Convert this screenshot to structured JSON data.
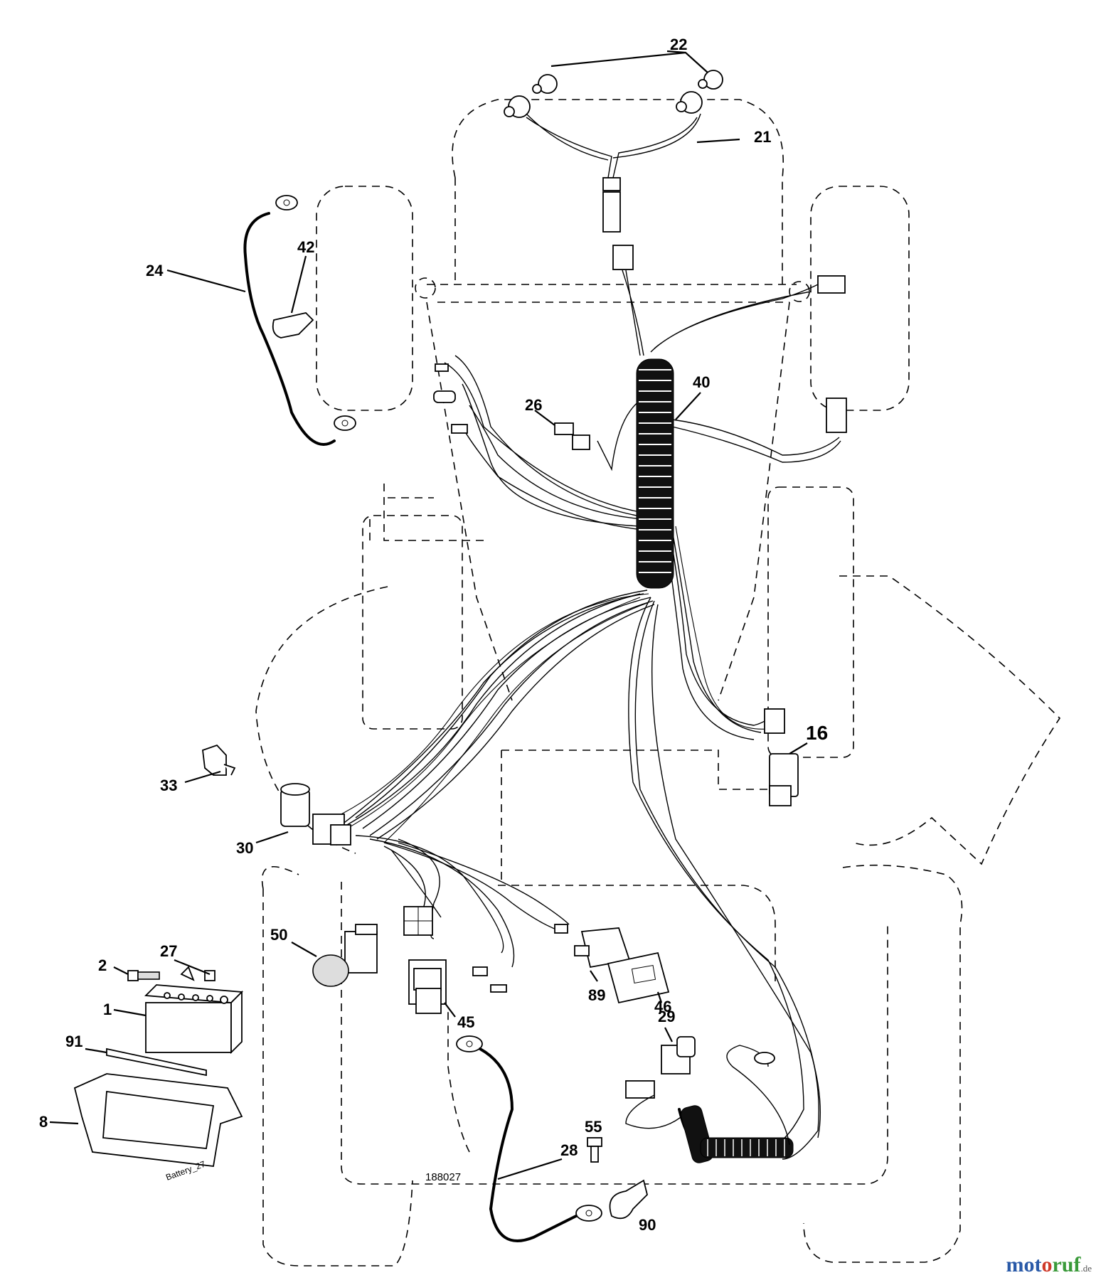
{
  "diagram": {
    "drawing_number": "188027",
    "battery_tag": "Battery_27",
    "labels": {
      "p22": "22",
      "p21": "21",
      "p24": "24",
      "p42": "42",
      "p40": "40",
      "p26": "26",
      "p16": "16",
      "p33": "33",
      "p30": "30",
      "p50": "50",
      "p27": "27",
      "p2": "2",
      "p1": "1",
      "p91": "91",
      "p8": "8",
      "p45": "45",
      "p89": "89",
      "p46": "46",
      "p29": "29",
      "p55": "55",
      "p28": "28",
      "p90": "90"
    }
  },
  "watermark": {
    "part1": "mot",
    "part2": "o",
    "part3": "ruf",
    "domain": ".de"
  }
}
